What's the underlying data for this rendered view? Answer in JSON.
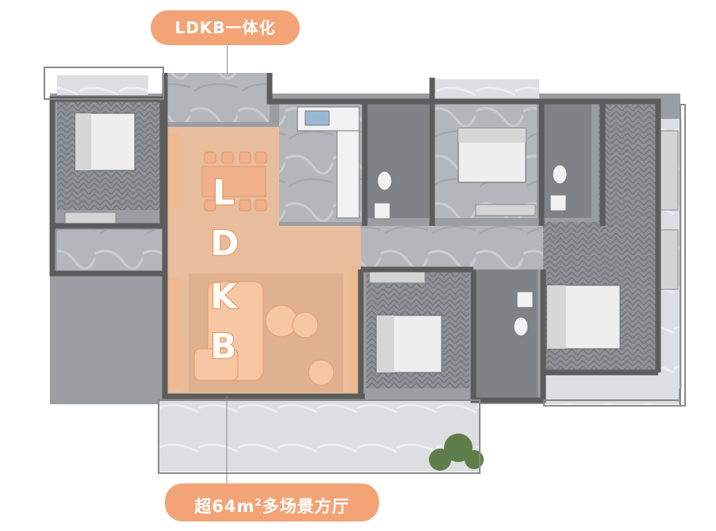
{
  "header": {
    "label": "LDKB一体化"
  },
  "footer": {
    "label_prefix": "超64m",
    "label_sup": "2",
    "label_suffix": "多场景方厅"
  },
  "letters": [
    "L",
    "D",
    "K",
    "B"
  ],
  "colors": {
    "accent": "#f3a476",
    "highlight_fill": "#f6c39d",
    "wall": "#5c5c5c"
  }
}
